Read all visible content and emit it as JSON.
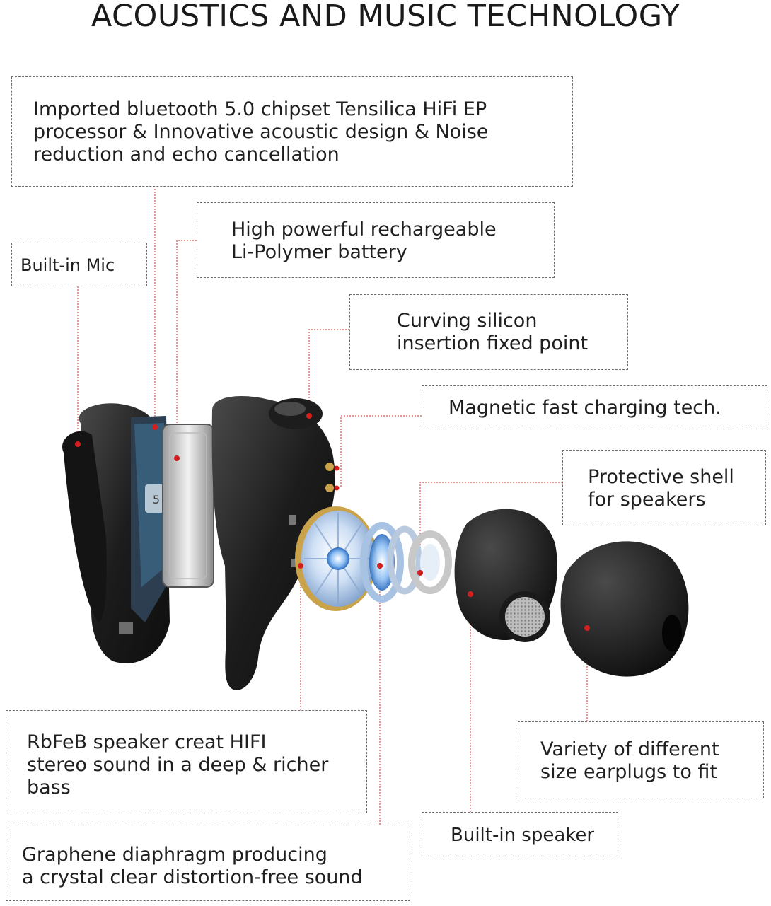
{
  "title": "ACOUSTICS AND MUSIC TECHNOLOGY",
  "labels": {
    "chipset": "Imported bluetooth 5.0 chipset Tensilica HiFi EP\nprocessor & Innovative acoustic design & Noise\nreduction and echo cancellation",
    "battery": "High powerful rechargeable\nLi-Polymer battery",
    "mic": "Built-in Mic",
    "silicon": "Curving silicon\ninsertion fixed point",
    "magnetic": "Magnetic fast charging tech.",
    "shell": "Protective shell\nfor speakers",
    "rbfeb": "RbFeB speaker creat HIFI\nstereo sound in a deep & richer\nbass",
    "earplugs": "Variety of different\nsize earplugs to fit",
    "speaker": "Built-in speaker",
    "graphene": "Graphene diaphragm producing\na crystal clear distortion-free sound"
  },
  "colors": {
    "leader_line": "#d9534f",
    "dot": "#d21f1f",
    "border": "#6d6d6d",
    "earbud_shell": "#2a2a2a",
    "driver_blue": "#4f8fd8"
  }
}
